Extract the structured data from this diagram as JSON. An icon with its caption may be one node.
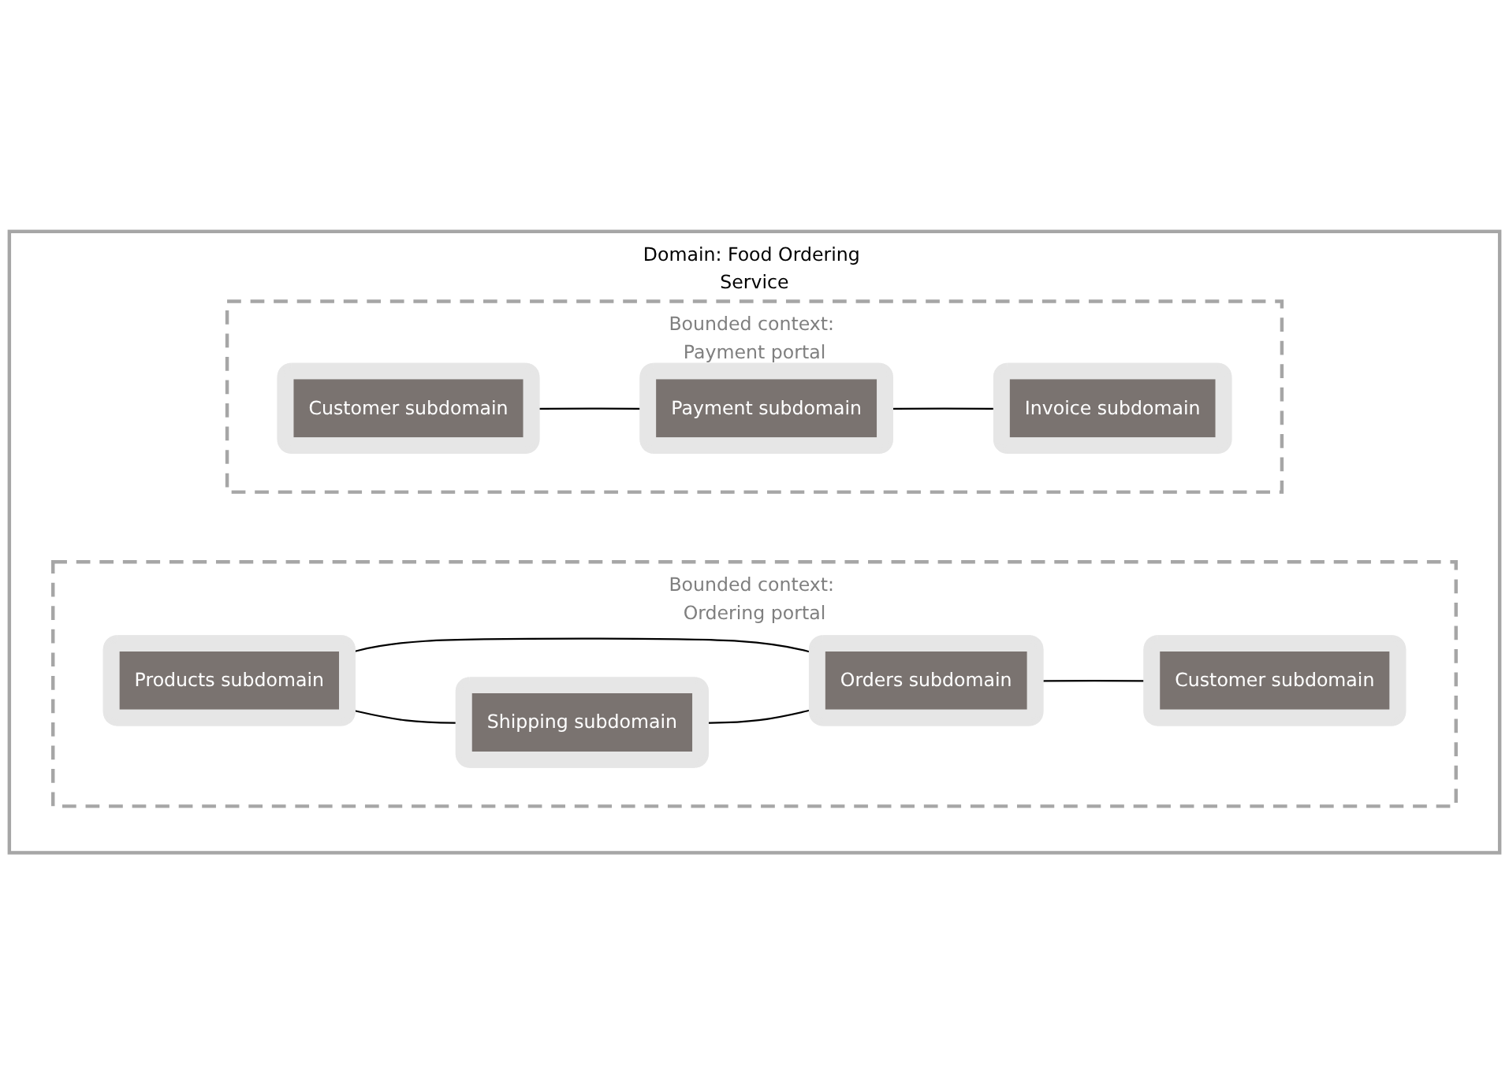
{
  "diagram": {
    "nodes": [
      {
        "text": [
          "Domain: Food Ordering Service"
        ]
      },
      {
        "text": [
          "Bounded context: Ordering portal"
        ],
        "in": 0
      },
      {
        "text": [
          "Products subdomain"
        ],
        "in": 1
      },
      {
        "text": [
          "Orders subdomain"
        ],
        "in": 1
      },
      {
        "text": [
          "Customer subdomain"
        ],
        "in": 1
      },
      {
        "text": [
          "Shipping subdomain"
        ],
        "in": 1
      },
      {
        "text": [
          "Bounded context: Payment portal"
        ],
        "in": 0
      },
      {
        "text": [
          "Customer subdomain"
        ],
        "in": 6
      },
      {
        "text": [
          "Payment subdomain"
        ],
        "in": 6
      },
      {
        "text": [
          "Invoice subdomain"
        ],
        "in": 6
      }
    ],
    "edges": [
      {
        "from": 2,
        "to": 3,
        "arrow": "none"
      },
      {
        "from": 3,
        "to": 4,
        "arrow": "none"
      },
      {
        "from": 2,
        "to": 5,
        "arrow": "none"
      },
      {
        "from": 5,
        "to": 3,
        "arrow": "none"
      },
      {
        "from": 7,
        "to": 8,
        "arrow": "none"
      },
      {
        "from": 8,
        "to": 9,
        "arrow": "none"
      }
    ]
  }
}
